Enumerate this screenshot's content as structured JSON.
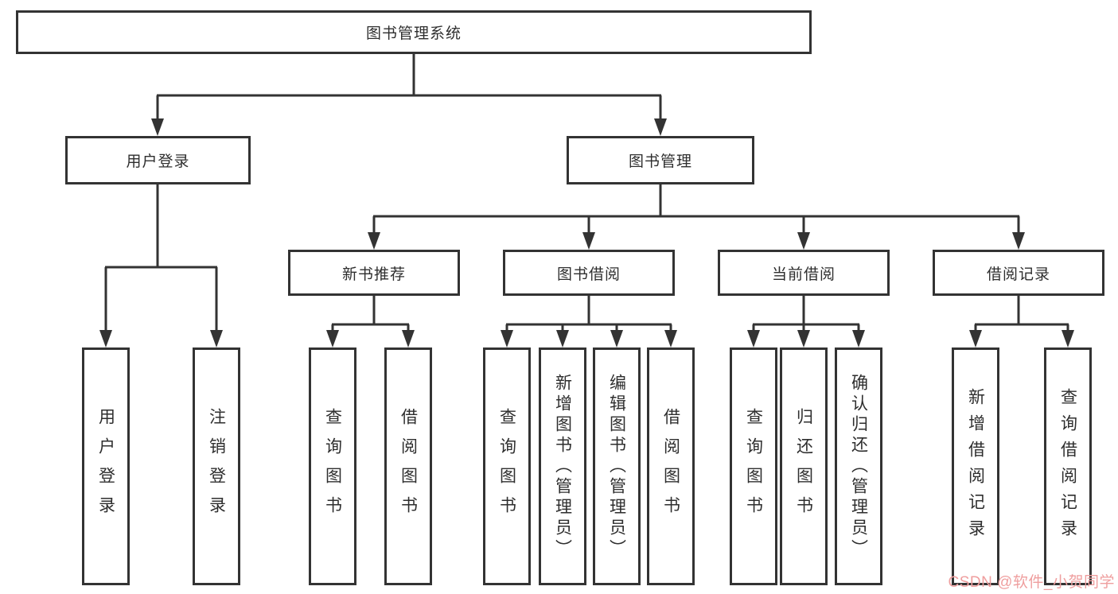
{
  "tree": {
    "root": "图书管理系统",
    "login": {
      "label": "用户登录",
      "leaves": [
        "用户登录",
        "注销登录"
      ]
    },
    "mgmt": {
      "label": "图书管理",
      "groups": [
        {
          "label": "新书推荐",
          "leaves": [
            "查询图书",
            "借阅图书"
          ]
        },
        {
          "label": "图书借阅",
          "leaves": [
            "查询图书",
            "新增图书（管理员）",
            "编辑图书（管理员）",
            "借阅图书"
          ]
        },
        {
          "label": "当前借阅",
          "leaves": [
            "查询图书",
            "归还图书",
            "确认归还（管理员）"
          ]
        },
        {
          "label": "借阅记录",
          "leaves": [
            "新增借阅记录",
            "查询借阅记录"
          ]
        }
      ]
    }
  },
  "watermark": "CSDN @软件_小贺同学",
  "colors": {
    "line": "#333333",
    "box_border": "#333333",
    "text": "#2e2e2e",
    "watermark": "#ef9e9e",
    "background": "#ffffff"
  }
}
